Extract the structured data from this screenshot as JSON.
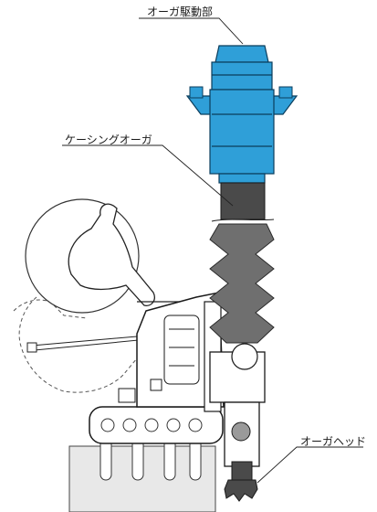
{
  "labels": {
    "auger_drive": "オーガ駆動部",
    "casing_auger": "ケーシングオーガ",
    "auger_head": "オーガヘッド"
  },
  "colors": {
    "drive_blue": "#2f9fd8",
    "drive_outline": "#0b3d5c",
    "bellows_gray": "#6f6f6f",
    "machine_line": "#1a1a1a",
    "ground_gray": "#d9d9d9",
    "casing_dark": "#4a4a4a"
  }
}
